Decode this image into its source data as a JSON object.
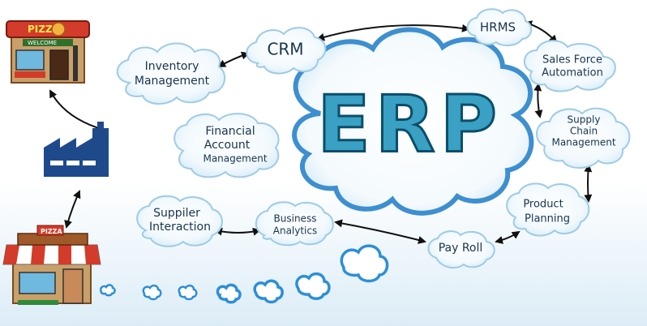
{
  "center": {
    "label": "ERP"
  },
  "modules": {
    "crm": "CRM",
    "hrms": "HRMS",
    "inventory": [
      "Inventory",
      "Management"
    ],
    "sales_force": [
      "Sales Force",
      "Automation"
    ],
    "financial": [
      "Financial",
      "Account",
      "Management"
    ],
    "supply_chain": [
      "Supply",
      "Chain",
      "Management"
    ],
    "product_planning": [
      "Product",
      "Planning"
    ],
    "supplier": [
      "Suppiler",
      "Interaction"
    ],
    "business_analytics": [
      "Business",
      "Analytics"
    ],
    "pay_roll": "Pay Roll"
  },
  "shops": {
    "top_sign": "PIZZA",
    "top_banner": "WELCOME",
    "bottom_sign": "PIZZA"
  },
  "colors": {
    "cloud_fill": "#eef8fd",
    "cloud_stroke": "#8cc6e6",
    "erp_cloud_stroke": "#3d8fd0",
    "arrow": "#111111",
    "factory": "#1e4a8c",
    "text": "#16354f"
  }
}
